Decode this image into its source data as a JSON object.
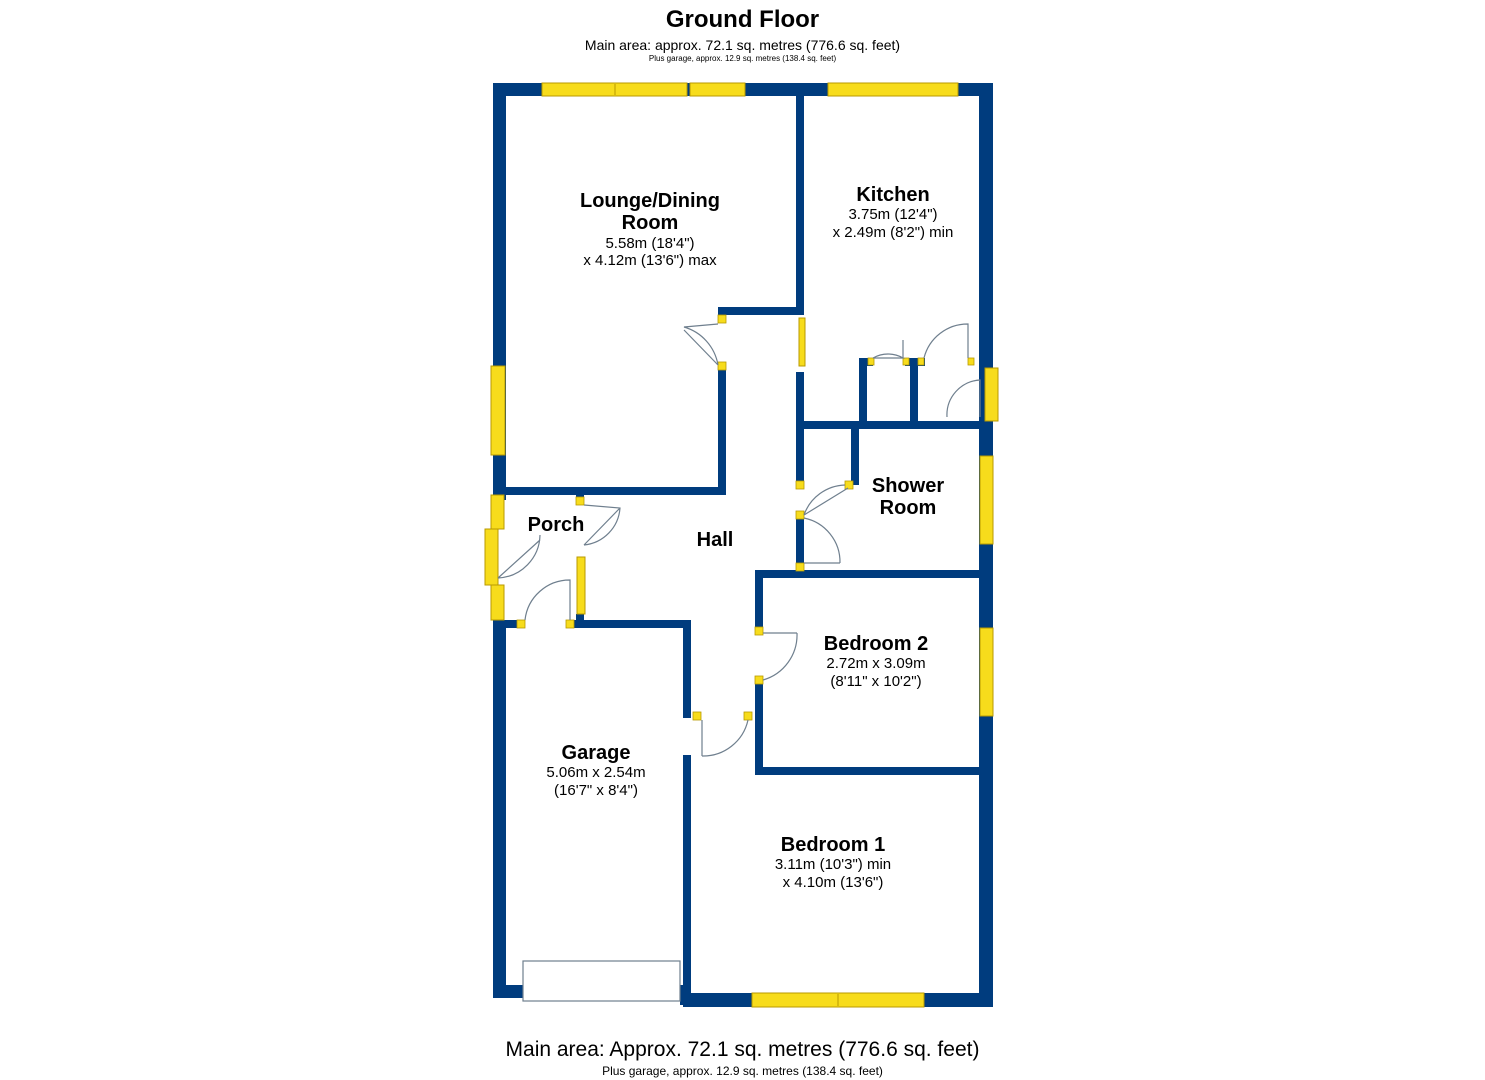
{
  "header": {
    "title": "Ground Floor",
    "subtitle": "Main area: approx. 72.1 sq. metres (776.6 sq. feet)",
    "subtitle_small": "Plus garage, approx. 12.9 sq. metres (138.4 sq. feet)"
  },
  "footer": {
    "main": "Main area: Approx. 72.1 sq. metres (776.6 sq. feet)",
    "small": "Plus garage, approx. 12.9 sq. metres (138.4 sq. feet)"
  },
  "colors": {
    "wall": "#003c7e",
    "window": "#f7dc1c"
  },
  "rooms": {
    "lounge": {
      "name1": "Lounge/Dining",
      "name2": "Room",
      "dim1": "5.58m (18'4\")",
      "dim2": "x 4.12m (13'6\") max"
    },
    "kitchen": {
      "name": "Kitchen",
      "dim1": "3.75m (12'4\")",
      "dim2": "x 2.49m (8'2\") min"
    },
    "shower": {
      "name1": "Shower",
      "name2": "Room"
    },
    "porch": {
      "name": "Porch"
    },
    "hall": {
      "name": "Hall"
    },
    "bedroom2": {
      "name": "Bedroom 2",
      "dim1": "2.72m x 3.09m",
      "dim2": "(8'11\" x 10'2\")"
    },
    "garage": {
      "name": "Garage",
      "dim1": "5.06m x 2.54m",
      "dim2": "(16'7\" x 8'4\")"
    },
    "bedroom1": {
      "name": "Bedroom 1",
      "dim1": "3.11m (10'3\") min",
      "dim2": "x 4.10m (13'6\")"
    }
  }
}
